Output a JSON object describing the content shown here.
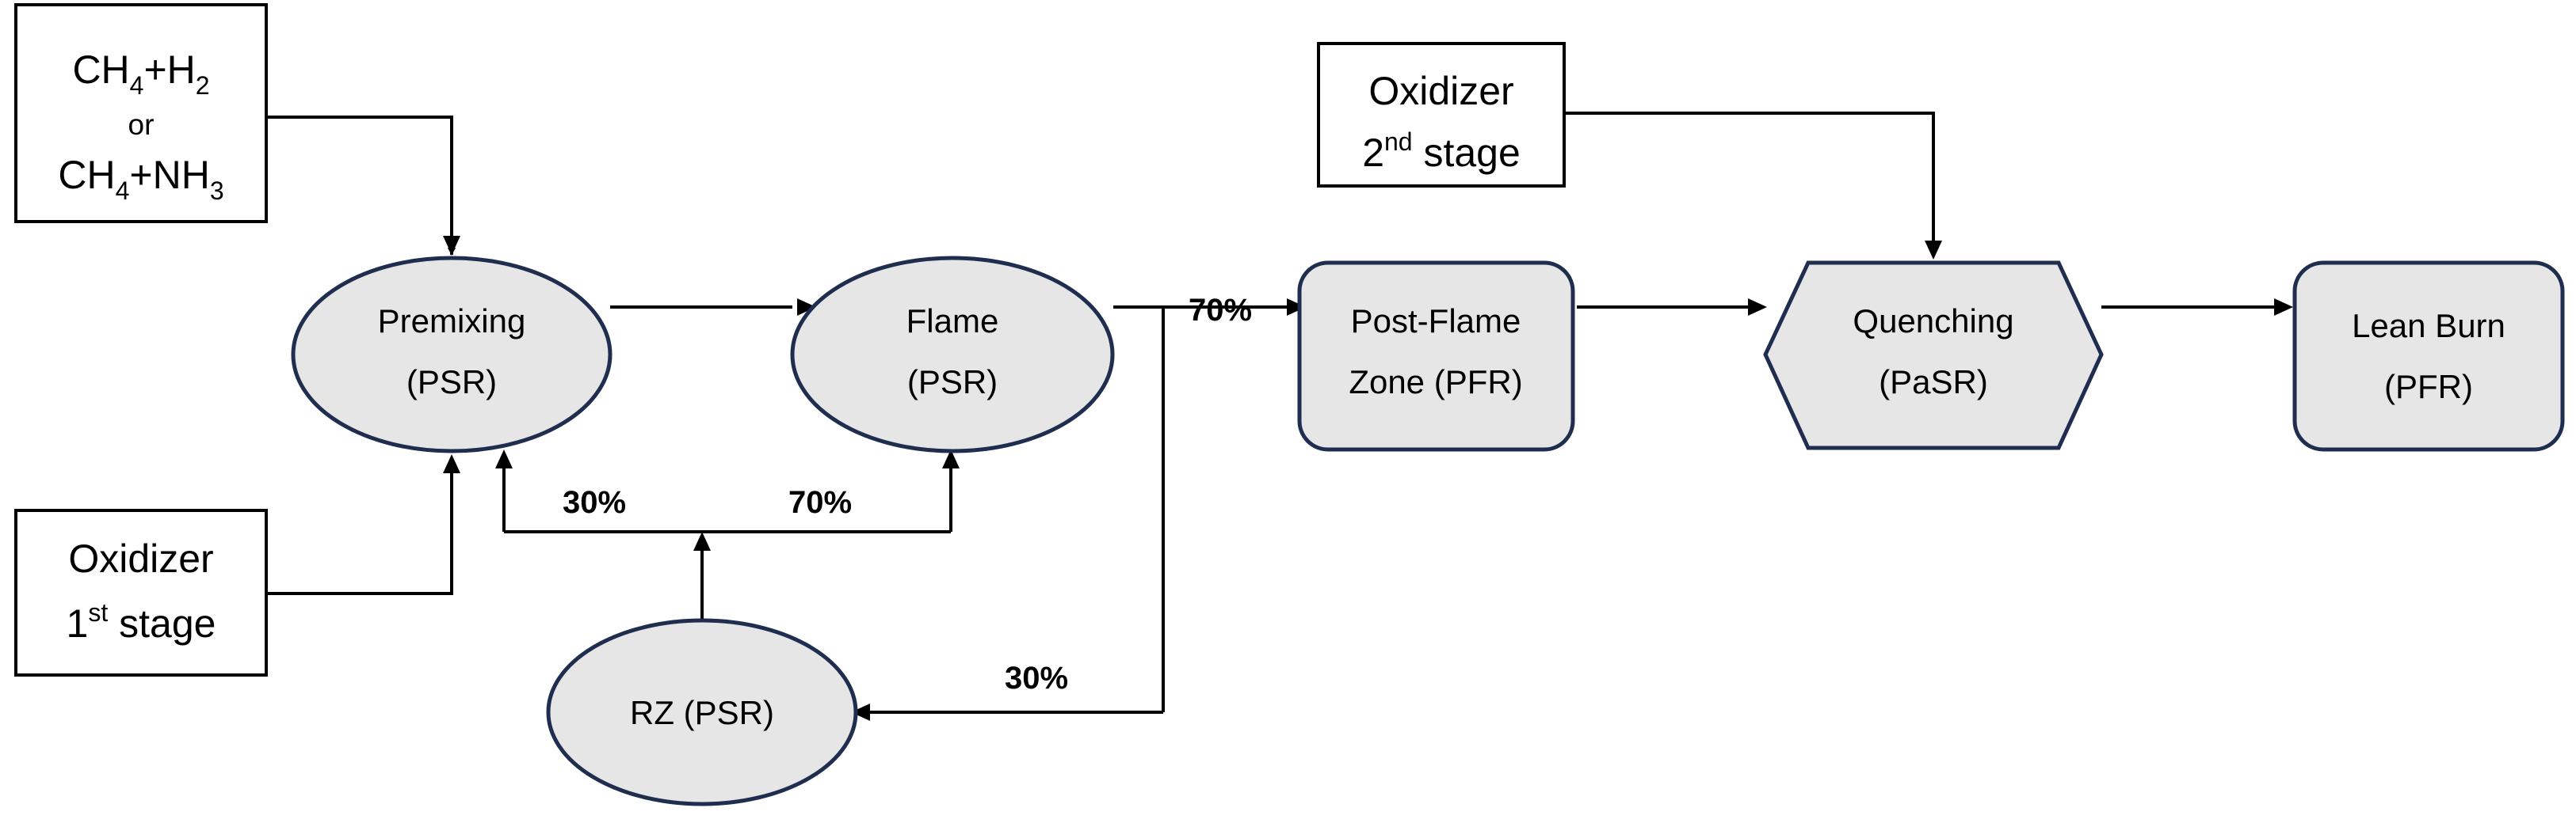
{
  "inputs": {
    "fuel": {
      "line1_main": "CH",
      "line1_sub1": "4",
      "line1_plus": "+H",
      "line1_sub2": "2",
      "or_label": "or",
      "line3_main": "CH",
      "line3_sub1": "4",
      "line3_plus": "+NH",
      "line3_sub2": "3"
    },
    "oxidizer_first": {
      "title": "Oxidizer",
      "stage_num": "1",
      "stage_sup": "st",
      "stage_word": " stage"
    },
    "oxidizer_second": {
      "title": "Oxidizer",
      "stage_num": "2",
      "stage_sup": "nd",
      "stage_word": " stage"
    }
  },
  "nodes": {
    "premixing": {
      "line1": "Premixing",
      "line2": "(PSR)"
    },
    "flame": {
      "line1": "Flame",
      "line2": "(PSR)"
    },
    "rz": {
      "label": "RZ (PSR)"
    },
    "post_flame": {
      "line1": "Post-Flame",
      "line2": "Zone (PFR)"
    },
    "quenching": {
      "line1": "Quenching",
      "line2": "(PaSR)"
    },
    "lean_burn": {
      "line1": "Lean Burn",
      "line2": "(PFR)"
    }
  },
  "splits": {
    "to_post_flame": "70%",
    "to_rz": "30%",
    "rz_to_premixing": "30%",
    "rz_to_flame": "70%"
  },
  "colors": {
    "node_fill": "#e6e6e6",
    "node_border": "#1f2d4f",
    "line": "#000000"
  }
}
